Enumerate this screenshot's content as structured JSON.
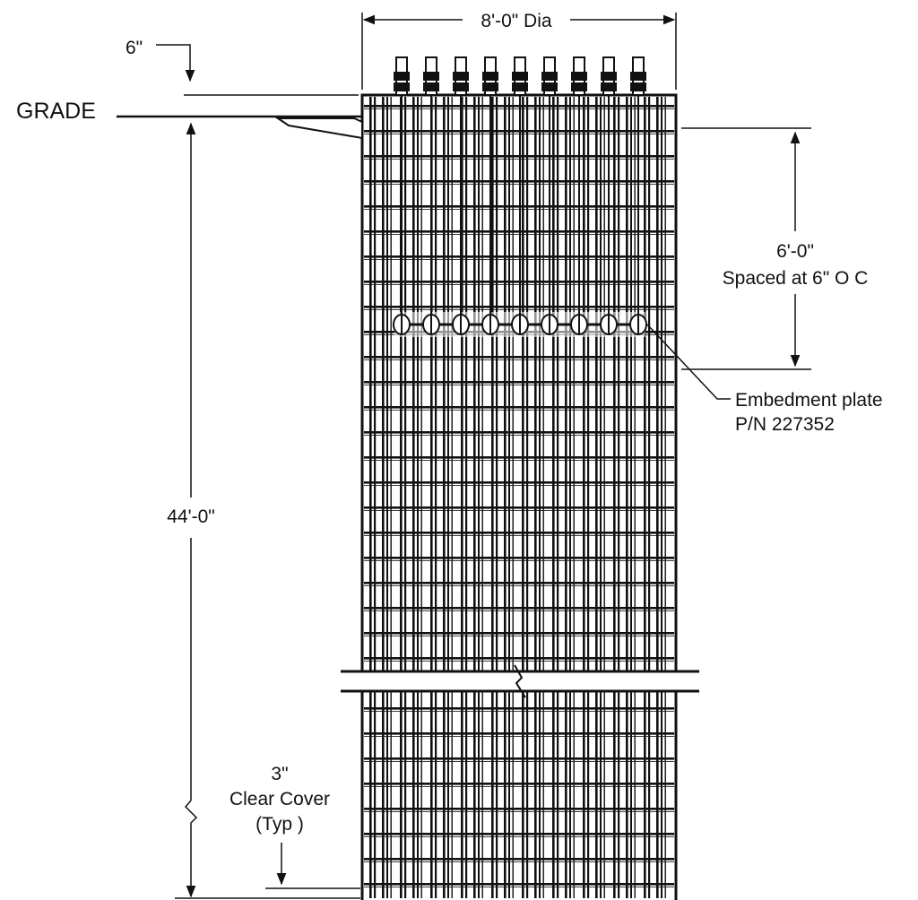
{
  "labels": {
    "diameter": "8'-0\" Dia",
    "top_offset": "6\"",
    "grade": "GRADE",
    "depth": "44'-0\"",
    "spacing_value": "6'-0\"",
    "spacing_note": "Spaced at 6\" O C",
    "embed_line1": "Embedment plate",
    "embed_line2": "P/N 227352",
    "cover_value": "3\"",
    "cover_line2": "Clear Cover",
    "cover_line3": "(Typ )"
  },
  "anchor_bolt_count": 9,
  "stroke_color": "#111111",
  "background_color": "#ffffff"
}
